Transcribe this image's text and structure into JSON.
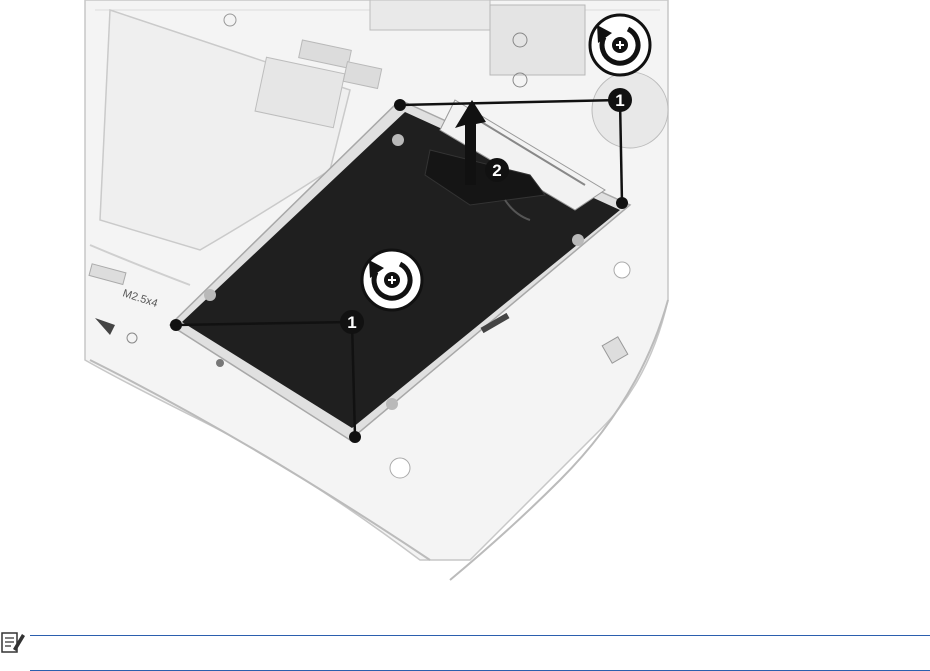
{
  "figure": {
    "callout_numbers": [
      "1",
      "2"
    ],
    "part_labels": [
      "M2.5x4"
    ],
    "icons": [
      "rotate-counterclockwise-icon",
      "lift-arrow-icon",
      "note-icon"
    ]
  },
  "note": {
    "icon": "note-icon",
    "text": ""
  },
  "colors": {
    "rule": "#2b5fae",
    "drive": "#1f1f1f",
    "callout": "#111111"
  }
}
